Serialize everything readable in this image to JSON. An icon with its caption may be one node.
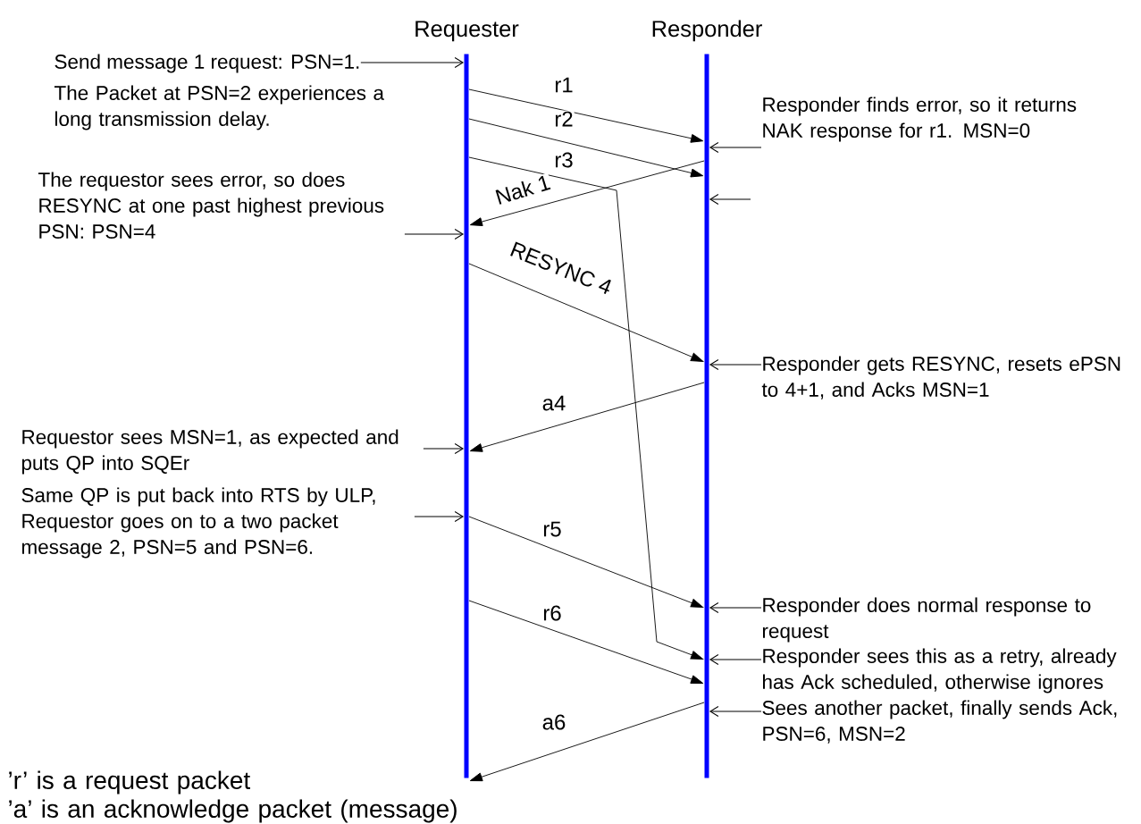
{
  "diagram": {
    "nodes": [
      {
        "text": [
          "Requester"
        ]
      },
      {
        "text": [
          "Responder"
        ]
      },
      {
        "text": [
          "Send message 1 request: PSN=1."
        ]
      },
      {
        "text": [
          "The requestor sees error, so does RESYNC at one past highest previous PSN: PSN=4"
        ]
      },
      {
        "text": [
          "Requestor sees MSN=1, as expected and puts QP into SQEr"
        ]
      },
      {
        "text": [
          "Same QP is put back into RTS by ULP, Requestor goes on to a two packet message 2, PSN=5 and PSN=6."
        ]
      },
      {
        "text": [
          "Responder finds error, so it returns NAK response for r1. MSN=0"
        ]
      },
      {
        "text": [
          "Responder gets RESYNC, resets ePSN to 4+1, and Acks MSN=1"
        ]
      },
      {
        "text": [
          "Responder does normal response to request"
        ]
      },
      {
        "text": [
          "Responder sees this as a retry, already has Ack scheduled, otherwise ignores"
        ]
      },
      {
        "text": [
          "Sees another packet, finally sends Ack, PSN=6, MSN=2"
        ]
      }
    ],
    "edges": [
      {
        "from": 0,
        "to": 1,
        "arrow": "to",
        "label": "r1"
      },
      {
        "from": 0,
        "to": 1,
        "arrow": "to",
        "label": "r2"
      },
      {
        "from": 0,
        "to": 1,
        "arrow": "to",
        "label": "r3"
      },
      {
        "from": 1,
        "to": 0,
        "arrow": "to",
        "label": "Nak 1"
      },
      {
        "from": 0,
        "to": 1,
        "arrow": "to",
        "label": "RESYNC 4"
      },
      {
        "from": 1,
        "to": 0,
        "arrow": "to",
        "label": "a4"
      },
      {
        "from": 0,
        "to": 1,
        "arrow": "to",
        "label": "r5"
      },
      {
        "from": 0,
        "to": 1,
        "arrow": "to",
        "label": "r6"
      },
      {
        "from": 1,
        "to": 0,
        "arrow": "to",
        "label": "a6"
      },
      {
        "from": 2,
        "to": 0,
        "arrow": "to"
      },
      {
        "from": 3,
        "to": 0,
        "arrow": "to"
      },
      {
        "from": 4,
        "to": 0,
        "arrow": "to"
      },
      {
        "from": 5,
        "to": 0,
        "arrow": "to"
      },
      {
        "from": 6,
        "to": 1,
        "arrow": "to"
      },
      {
        "from": null,
        "to": 1,
        "arrow": "to"
      },
      {
        "from": 7,
        "to": 1,
        "arrow": "to"
      },
      {
        "from": 8,
        "to": 1,
        "arrow": "to"
      },
      {
        "from": 9,
        "to": 1,
        "arrow": "to"
      },
      {
        "from": 10,
        "to": 1,
        "arrow": "to"
      }
    ],
    "labels": [
      "The Packet at PSN=2 experiences a long transmission delay.",
      "’r’ is a request packet",
      "’a’ is an acknowledge packet (message)"
    ]
  }
}
